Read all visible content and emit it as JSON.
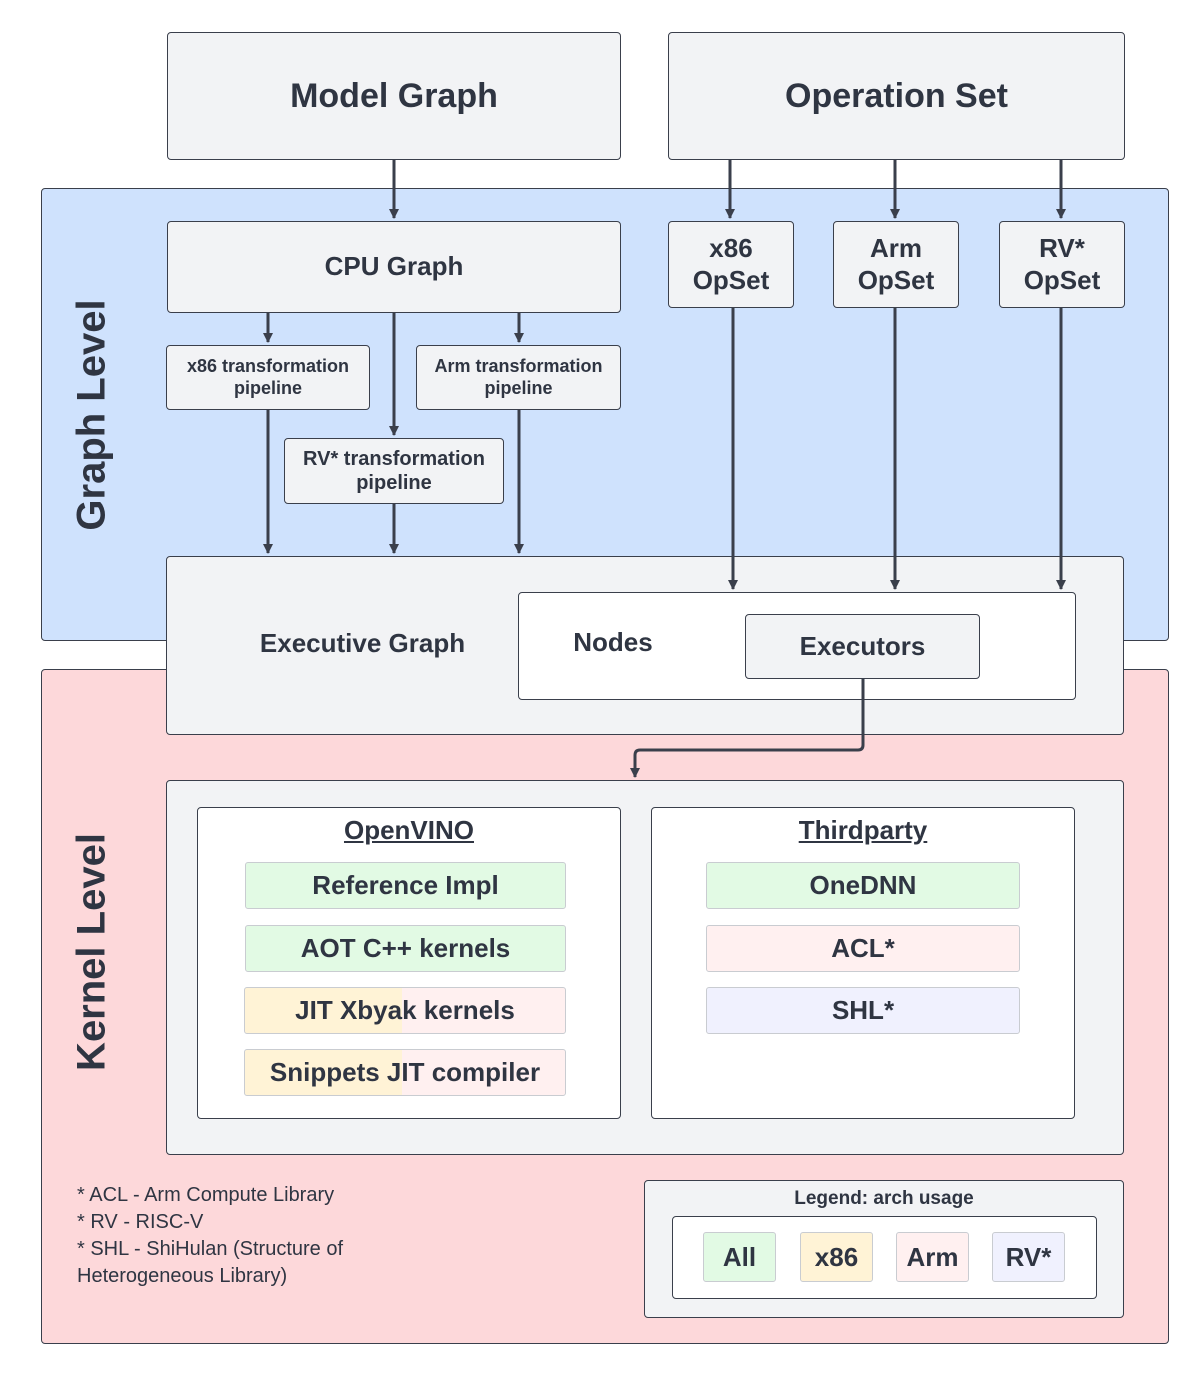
{
  "top": {
    "model_graph": "Model Graph",
    "operation_set": "Operation Set"
  },
  "graph_level": {
    "label": "Graph Level",
    "cpu_graph": "CPU Graph",
    "x86_opset": [
      "x86",
      "OpSet"
    ],
    "arm_opset": [
      "Arm",
      "OpSet"
    ],
    "rv_opset": [
      "RV*",
      "OpSet"
    ],
    "x86_pipeline": [
      "x86 transformation",
      "pipeline"
    ],
    "arm_pipeline": [
      "Arm transformation",
      "pipeline"
    ],
    "rv_pipeline": [
      "RV* transformation",
      "pipeline"
    ]
  },
  "executive": {
    "title": "Executive Graph",
    "nodes": "Nodes",
    "executors": "Executors"
  },
  "kernel_level": {
    "label": "Kernel Level",
    "openvino": {
      "title": "OpenVINO",
      "items": [
        "Reference Impl",
        "AOT C++ kernels",
        "JIT Xbyak kernels",
        "Snippets JIT compiler"
      ]
    },
    "thirdparty": {
      "title": "Thirdparty",
      "items": [
        "OneDNN",
        "ACL*",
        "SHL*"
      ]
    }
  },
  "footnotes": [
    "* ACL - Arm Compute Library",
    "* RV - RISC-V",
    "* SHL - ShiHulan (Structure of",
    "Heterogeneous Library)"
  ],
  "legend": {
    "title": "Legend: arch usage",
    "items": [
      "All",
      "x86",
      "Arm",
      "RV*"
    ]
  },
  "colors": {
    "graph_level_bg": "#cfe2fd",
    "kernel_level_bg": "#fdd8da",
    "box_bg": "#f2f3f5",
    "all": "#e2fae4",
    "x86": "#fff3d6",
    "arm": "#fff0f0",
    "rv": "#f0f1fe",
    "line": "#3a3f4b"
  }
}
